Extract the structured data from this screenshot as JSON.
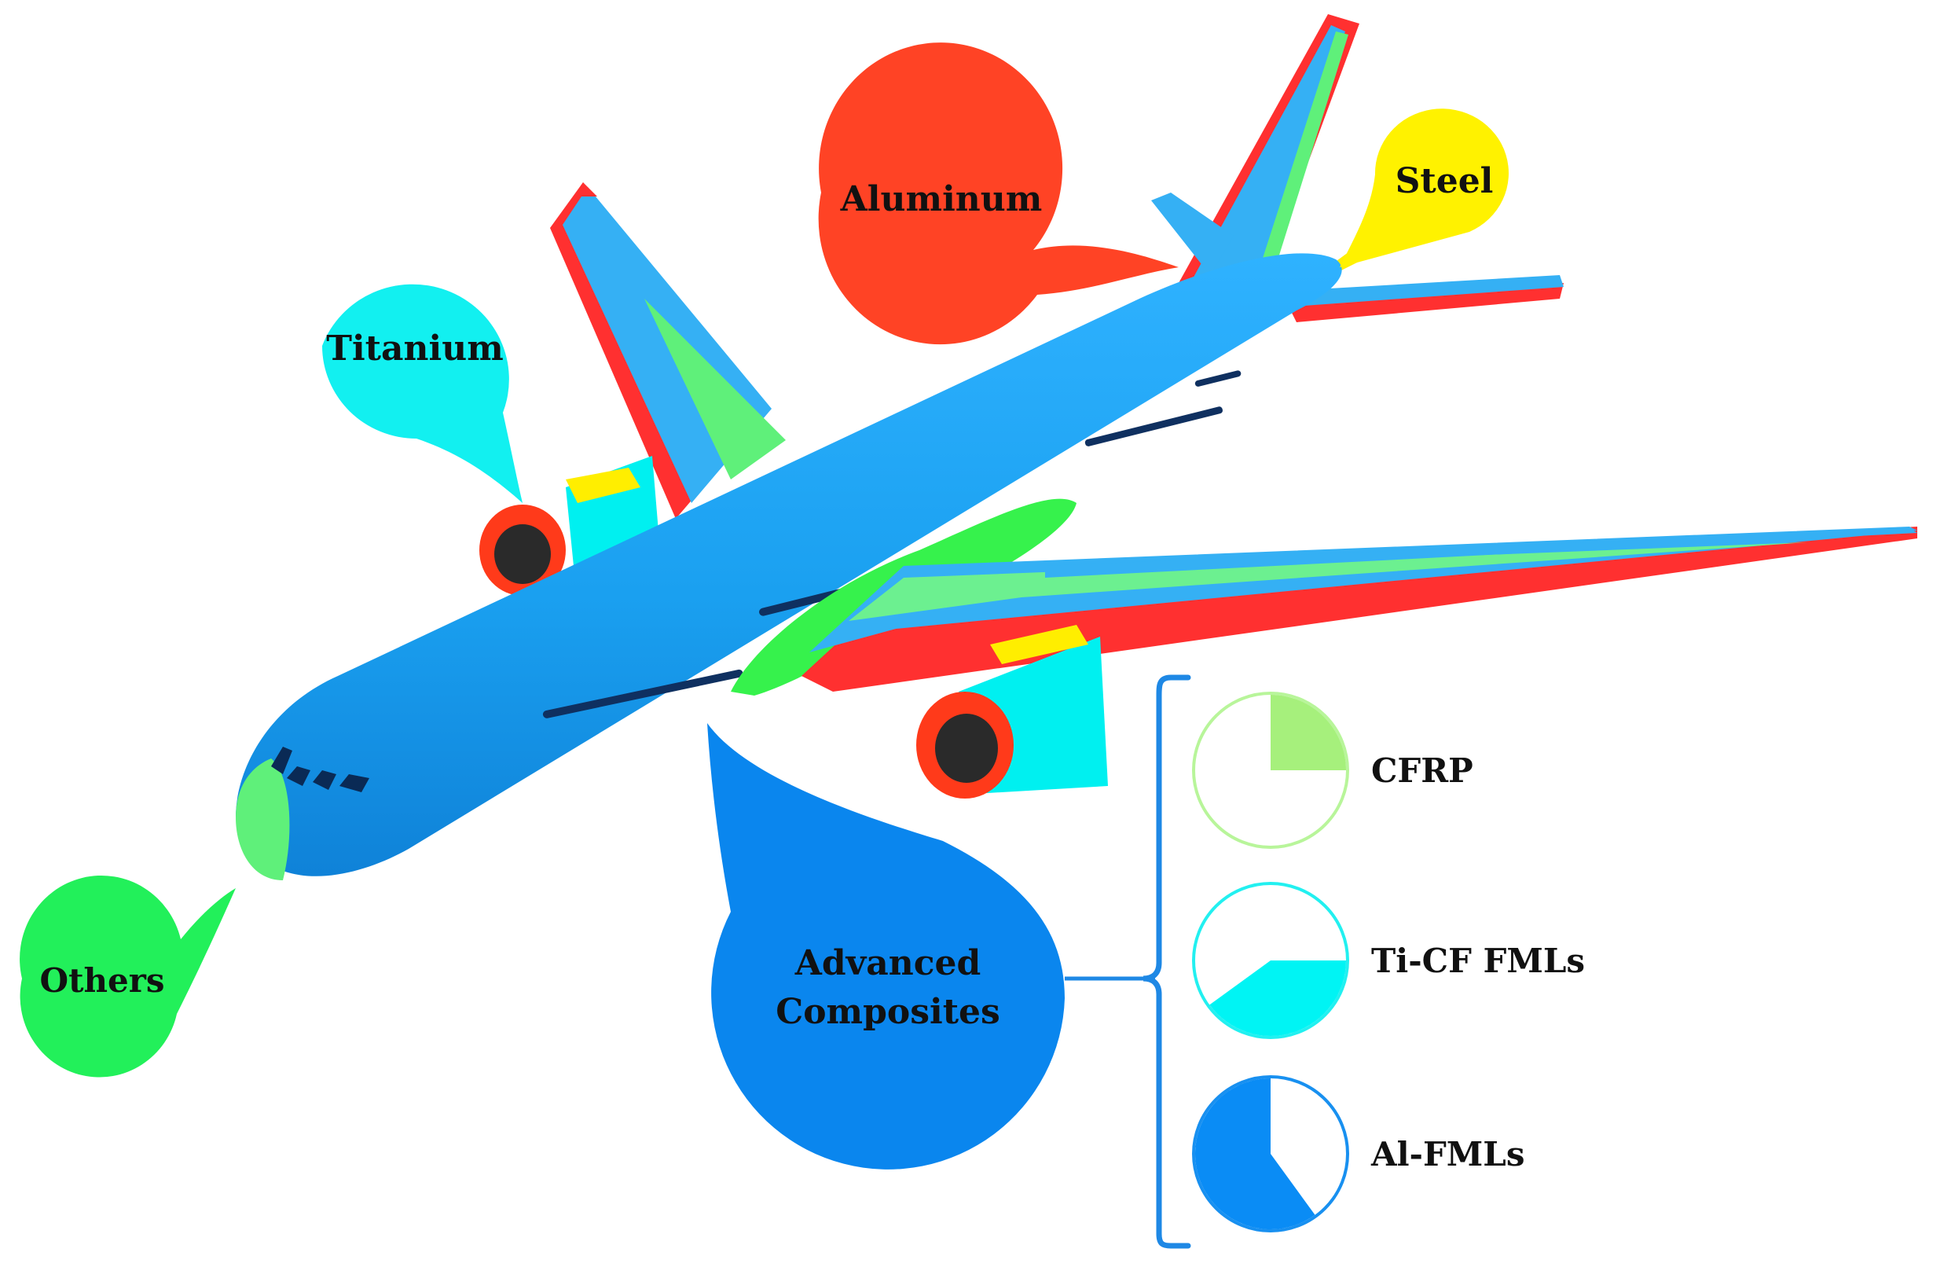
{
  "callouts": {
    "aluminum": "Aluminum",
    "steel": "Steel",
    "titanium": "Titanium",
    "others": "Others",
    "advanced_line1": "Advanced",
    "advanced_line2": "Composites"
  },
  "composites": [
    {
      "label": "CFRP",
      "fraction": 0.25,
      "color": "#a6f07c",
      "ring": "#b8f59a"
    },
    {
      "label": "Ti-CF FMLs",
      "fraction": 0.4,
      "color": "#00f4f4",
      "ring": "#22f0f0"
    },
    {
      "label": "Al-FMLs",
      "fraction": 0.6,
      "color": "#0a8cf5",
      "ring": "#1890f0"
    }
  ],
  "colors": {
    "aluminum": "#ff4325",
    "steel": "#fff200",
    "titanium": "#12f0f0",
    "others": "#22f05a",
    "advanced": "#0a86ee",
    "fuselage": "#1aa3f0",
    "composite_green": "#36f24c",
    "bracket": "#1e88e5"
  }
}
